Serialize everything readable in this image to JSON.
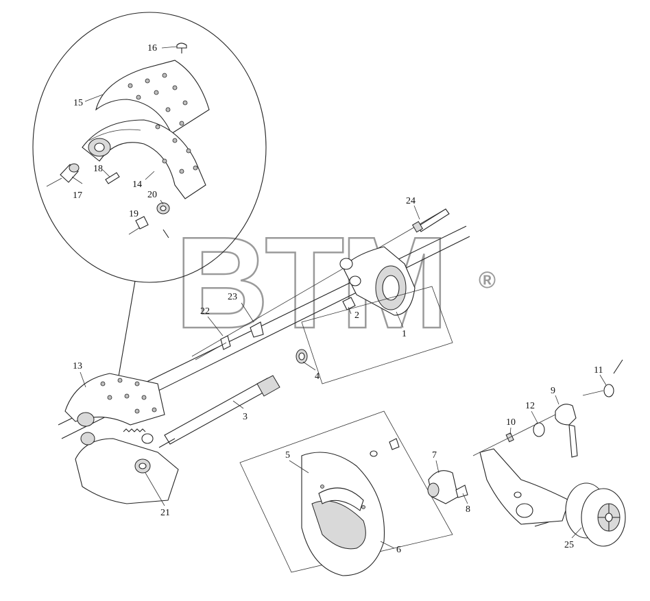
{
  "watermark": {
    "brand": "BTM",
    "registered": "®"
  },
  "callouts": {
    "p1": "1",
    "p2": "2",
    "p3": "3",
    "p4": "4",
    "p5": "5",
    "p6": "6",
    "p7": "7",
    "p8": "8",
    "p9": "9",
    "p10": "10",
    "p11": "11",
    "p12": "12",
    "p13": "13",
    "p14": "14",
    "p15": "15",
    "p16": "16",
    "p17": "17",
    "p18": "18",
    "p19": "19",
    "p20": "20",
    "p21": "21",
    "p22": "22",
    "p23": "23",
    "p24": "24",
    "p25": "25"
  }
}
